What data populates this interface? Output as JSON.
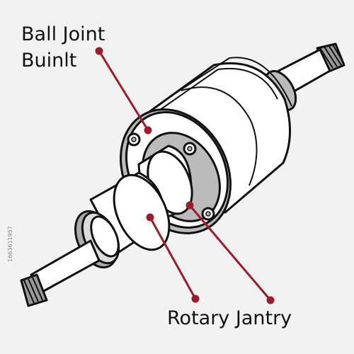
{
  "labels": {
    "ball_joint_line1": "Ball Joint",
    "ball_joint_line2": "Buinlt",
    "rotary": "Rotary Jantry"
  },
  "watermark": "1663611957",
  "colors": {
    "background": "#f2f2f2",
    "stroke": "#111111",
    "leader": "#9b1c2c",
    "shade": "#b9b9b9",
    "body": "#ffffff"
  }
}
